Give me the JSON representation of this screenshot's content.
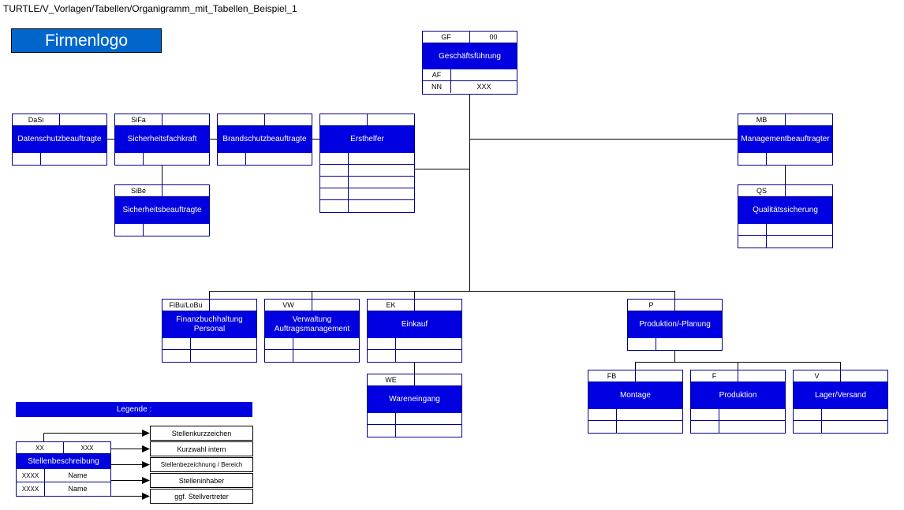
{
  "path_text": "TURTLE/V_Vorlagen/Tabellen/Organigramm_mit_Tabellen_Beispiel_1",
  "logo_text": "Firmenlogo",
  "colors": {
    "box_fill": "#0000e0",
    "logo_fill": "#0066cc",
    "border": "#00008b"
  },
  "boxes": {
    "gf": {
      "code": "GF",
      "tel": "00",
      "title": "Geschäftsführung",
      "rows": [
        [
          "AF",
          ""
        ],
        [
          "NN",
          "XXX"
        ]
      ]
    },
    "dasi": {
      "code": "DaSi",
      "tel": "",
      "title": "Datenschutzbeauftragte",
      "rows": [
        [
          "",
          ""
        ]
      ]
    },
    "sifa": {
      "code": "SiFa",
      "tel": "",
      "title": "Sicherheitsfachkraft",
      "rows": [
        [
          "",
          ""
        ]
      ]
    },
    "brand": {
      "code": "",
      "tel": "",
      "title": "Brandschutzbeauftragte",
      "rows": [
        [
          "",
          ""
        ]
      ]
    },
    "erst": {
      "code": "",
      "tel": "",
      "title": "Ersthelfer",
      "rows": [
        [
          "",
          ""
        ],
        [
          "",
          ""
        ],
        [
          "",
          ""
        ],
        [
          "",
          ""
        ],
        [
          "",
          ""
        ]
      ]
    },
    "sibe": {
      "code": "SiBe",
      "tel": "",
      "title": "Sicherheitsbeauftragte",
      "rows": [
        [
          "",
          ""
        ]
      ]
    },
    "mb": {
      "code": "MB",
      "tel": "",
      "title": "Managementbeauftragter",
      "rows": [
        [
          "",
          ""
        ]
      ]
    },
    "qs": {
      "code": "QS",
      "tel": "",
      "title": "Qualitätssicherung",
      "rows": [
        [
          "",
          ""
        ],
        [
          "",
          ""
        ]
      ]
    },
    "fibu": {
      "code": "FiBu/LoBu",
      "tel": "",
      "title": "Finanzbuchhaltung\nPersonal",
      "rows": [
        [
          "",
          ""
        ],
        [
          "",
          ""
        ]
      ]
    },
    "vw": {
      "code": "VW",
      "tel": "",
      "title": "Verwaltung\nAuftragsmanagement",
      "rows": [
        [
          "",
          ""
        ],
        [
          "",
          ""
        ]
      ]
    },
    "ek": {
      "code": "EK",
      "tel": "",
      "title": "Einkauf",
      "rows": [
        [
          "",
          ""
        ],
        [
          "",
          ""
        ]
      ]
    },
    "we": {
      "code": "WE",
      "tel": "",
      "title": "Wareneingang",
      "rows": [
        [
          "",
          ""
        ],
        [
          "",
          ""
        ]
      ]
    },
    "p": {
      "code": "P",
      "tel": "",
      "title": "Produktion/-Planung",
      "rows": [
        [
          "",
          ""
        ]
      ]
    },
    "fb": {
      "code": "FB",
      "tel": "",
      "title": "Montage",
      "rows": [
        [
          "",
          ""
        ],
        [
          "",
          ""
        ]
      ]
    },
    "f": {
      "code": "F",
      "tel": "",
      "title": "Produktion",
      "rows": [
        [
          "",
          ""
        ],
        [
          "",
          ""
        ]
      ]
    },
    "v": {
      "code": "V",
      "tel": "",
      "title": "Lager/Versand",
      "rows": [
        [
          "",
          ""
        ],
        [
          "",
          ""
        ]
      ]
    },
    "legend_box": {
      "code": "XX",
      "tel": "XXX",
      "title": "Stellenbeschreibung",
      "rows": [
        [
          "XXXX",
          "Name"
        ],
        [
          "XXXX",
          "Name"
        ]
      ]
    }
  },
  "legend": {
    "title": "Legende :",
    "items": [
      "Stellenkurzzeichen",
      "Kurzwahl intern",
      "Stellenbezeichnung / Bereich",
      "Stelleninhaber",
      "ggf. Stellvertreter"
    ]
  }
}
